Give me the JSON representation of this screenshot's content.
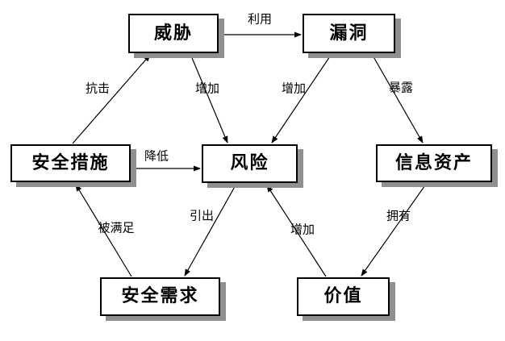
{
  "diagram": {
    "type": "relationship-diagram",
    "language": "zh-CN",
    "nodes": {
      "threat": {
        "label": "威胁"
      },
      "vulnerability": {
        "label": "漏洞"
      },
      "security_measures": {
        "label": "安全措施"
      },
      "risk": {
        "label": "风险"
      },
      "information_assets": {
        "label": "信息资产"
      },
      "security_requirements": {
        "label": "安全需求"
      },
      "value": {
        "label": "价值"
      }
    },
    "edges": [
      {
        "from": "threat",
        "to": "vulnerability",
        "label": "利用"
      },
      {
        "from": "security_measures",
        "to": "threat",
        "label": "抗击"
      },
      {
        "from": "threat",
        "to": "risk",
        "label": "增加"
      },
      {
        "from": "vulnerability",
        "to": "risk",
        "label": "增加"
      },
      {
        "from": "vulnerability",
        "to": "information_assets",
        "label": "暴露"
      },
      {
        "from": "security_measures",
        "to": "risk",
        "label": "降低"
      },
      {
        "from": "security_requirements",
        "to": "security_measures",
        "label": "被满足"
      },
      {
        "from": "risk",
        "to": "security_requirements",
        "label": "引出"
      },
      {
        "from": "value",
        "to": "risk",
        "label": "增加"
      },
      {
        "from": "information_assets",
        "to": "value",
        "label": "拥有"
      }
    ],
    "colors": {
      "background": "#ffffff",
      "box_fill": "#ffffff",
      "box_border": "#000000",
      "box_shadow": "#8f8f8f",
      "line": "#000000",
      "text": "#000000"
    }
  }
}
